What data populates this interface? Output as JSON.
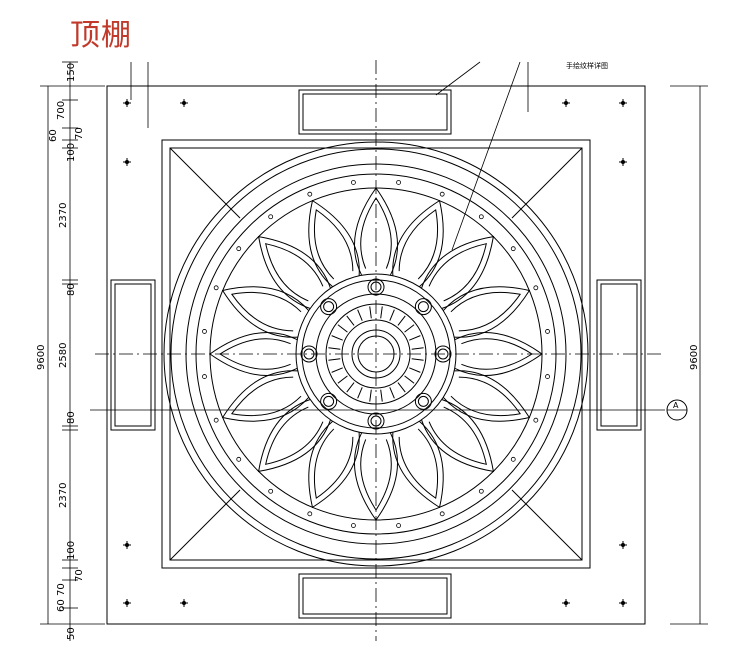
{
  "title": "顶棚",
  "callout": "手绘纹样详图",
  "section_marker": "A",
  "dims_left": {
    "top": [
      "150",
      "700",
      "60",
      "70",
      "100"
    ],
    "upper": "2370",
    "mid1": "80",
    "center": "2580",
    "mid2": "80",
    "lower": "2370",
    "bottom": [
      "100",
      "70",
      "70",
      "60",
      "50"
    ],
    "overall": "9600"
  },
  "dims_right": {
    "overall": "9600"
  },
  "colors": {
    "line": "#000000",
    "title": "#c0392b"
  }
}
